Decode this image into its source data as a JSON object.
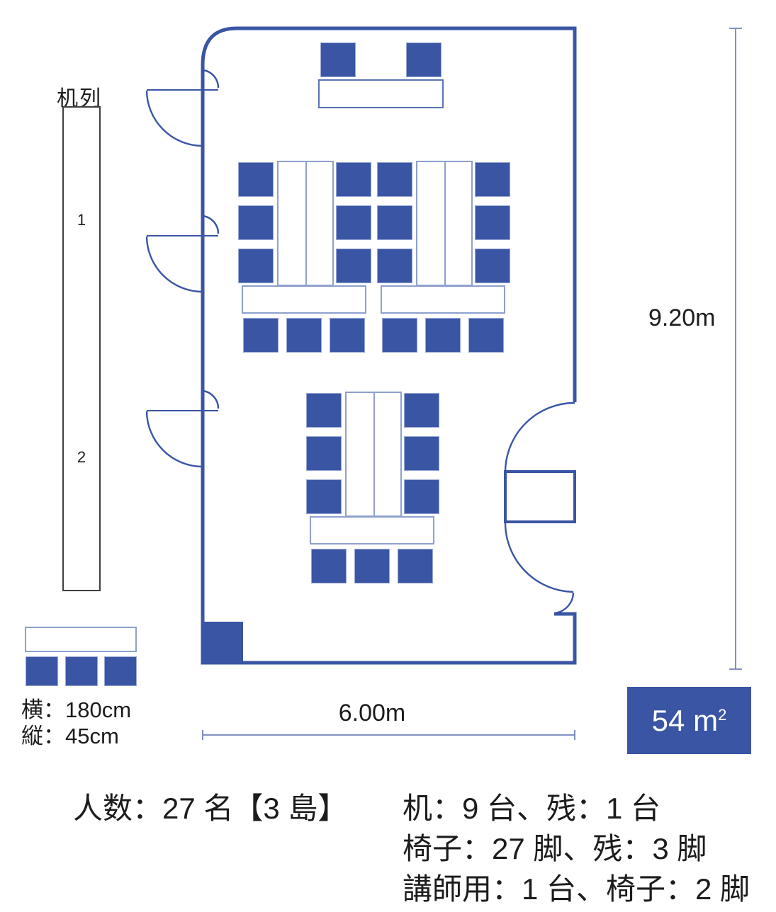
{
  "colors": {
    "primary": "#3A55A4",
    "table_border": "#8EA0CE",
    "chair_border": "#9AA9D4",
    "desk_border": "#5B74B5",
    "dim_line": "#7282B9",
    "text": "#1c1c1c"
  },
  "sidebar": {
    "title": "机列",
    "row1": "1",
    "row2": "2"
  },
  "table_legend": {
    "width_label": "横：180cm",
    "depth_label": "縦：45cm"
  },
  "dimensions": {
    "room_height": "9.20m",
    "room_width": "6.00m",
    "area_value": "54",
    "area_unit_base": "m",
    "area_unit_exp": "2"
  },
  "summary": {
    "capacity": "人数：27 名【3 島】",
    "desks": "机：9 台、残：1 台",
    "chairs": "椅子：27 脚、残：3 脚",
    "instructor": "講師用：1 台、椅子：2 脚"
  },
  "furniture_counts": {
    "islands": 3,
    "chairs_per_island": 9,
    "tables_per_island": 3,
    "instructor_desks": 1,
    "instructor_chairs": 2,
    "spare_tables": 1,
    "spare_chairs": 3
  }
}
